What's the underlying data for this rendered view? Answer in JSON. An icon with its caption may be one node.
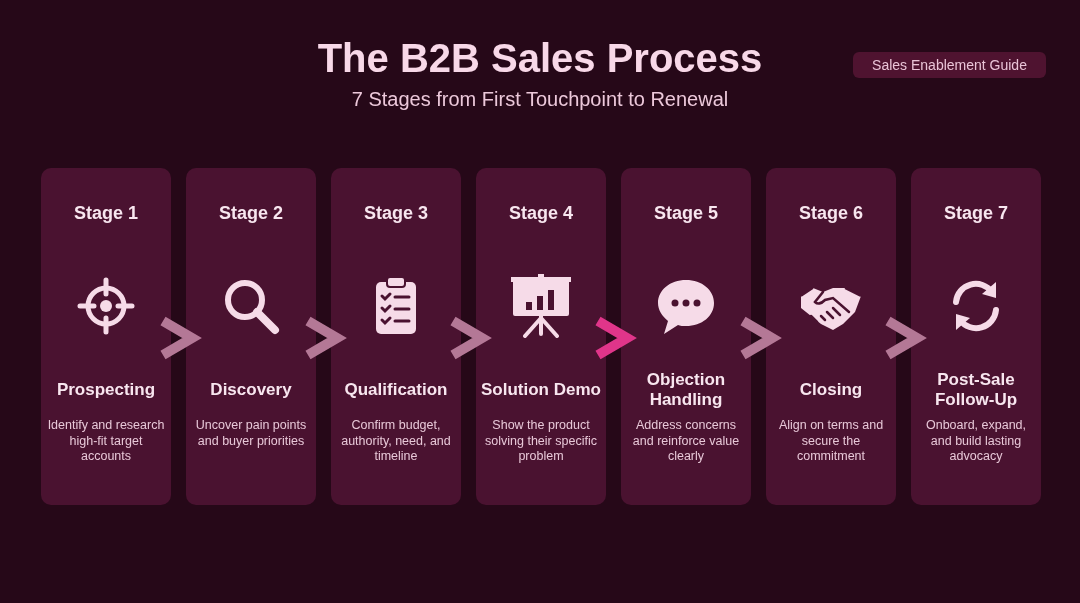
{
  "diagram": {
    "title": "The B2B Sales Process",
    "nodes": [
      {
        "text": [
          "Stage 1",
          "Prospecting",
          "Identify and research high-fit target accounts"
        ]
      },
      {
        "text": [
          "Stage 2",
          "Discovery",
          "Uncover pain points and buyer priorities"
        ]
      },
      {
        "text": [
          "Stage 3",
          "Qualification",
          "Confirm budget, authority, need, and timeline"
        ]
      },
      {
        "text": [
          "Stage 4",
          "Solution Demo",
          "Show the product solving their specific problem"
        ]
      },
      {
        "text": [
          "Stage 5",
          "Objection Handling",
          "Address concerns and reinforce value clearly"
        ]
      },
      {
        "text": [
          "Stage 6",
          "Closing",
          "Align on terms and secure the commitment"
        ]
      },
      {
        "text": [
          "Stage 7",
          "Post-Sale Follow-Up",
          "Onboard, expand, and build lasting advocacy"
        ]
      }
    ],
    "edges": [
      {
        "from": 0,
        "to": 1,
        "arrow": "to"
      },
      {
        "from": 1,
        "to": 2,
        "arrow": "to"
      },
      {
        "from": 2,
        "to": 3,
        "arrow": "to"
      },
      {
        "from": 3,
        "to": 4,
        "arrow": "to",
        "color": "#e0358a"
      },
      {
        "from": 4,
        "to": 5,
        "arrow": "to"
      },
      {
        "from": 5,
        "to": 6,
        "arrow": "to"
      }
    ],
    "labels": [
      "7 Stages from First Touchpoint to Renewal",
      "Sales Enablement Guide"
    ]
  }
}
